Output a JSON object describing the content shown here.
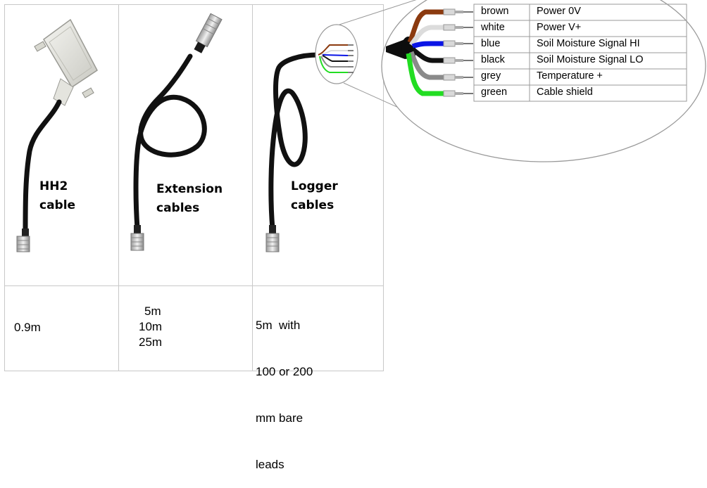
{
  "cables": [
    {
      "label_line1": "HH2",
      "label_line2": "cable",
      "length_lines": [
        "0.9m"
      ]
    },
    {
      "label_line1": "Extension",
      "label_line2": "cables",
      "length_lines": [
        "5m",
        "10m",
        "25m"
      ]
    },
    {
      "label_line1": "Logger",
      "label_line2": "cables",
      "length_lines": [
        "5m  with",
        "100 or 200",
        "mm bare",
        "leads"
      ]
    }
  ],
  "wires": [
    {
      "color_name": "brown",
      "function": "Power 0V",
      "hex": "#8B3A0F"
    },
    {
      "color_name": "white",
      "function": "Power V+",
      "hex": "#f2f2f2"
    },
    {
      "color_name": "blue",
      "function": "Soil Moisture Signal HI",
      "hex": "#0a14e6"
    },
    {
      "color_name": "black",
      "function": "Soil Moisture Signal LO",
      "hex": "#111111"
    },
    {
      "color_name": "grey",
      "function": "Temperature +",
      "hex": "#8a8a8a"
    },
    {
      "color_name": "green",
      "function": "Cable shield",
      "hex": "#22dd22"
    }
  ]
}
